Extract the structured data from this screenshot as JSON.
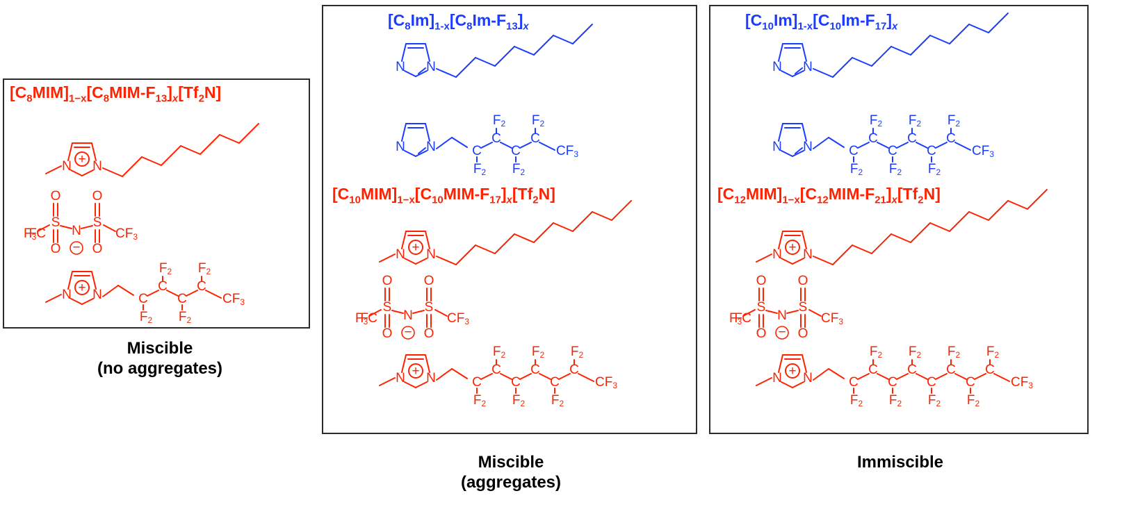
{
  "colors": {
    "ionic_liquid": "#ff2200",
    "neutral": "#1a3cff",
    "frame": "#2a2a2a"
  },
  "panels": [
    {
      "formula": {
        "pre": "[C",
        "n1": "8",
        "mid1": "MIM]",
        "n2": "1−x",
        "mid2": "[C",
        "n3": "8",
        "mid3": "MIM-F",
        "n4": "13",
        "mid4": "]",
        "n5": "x",
        "mid5": "[Tf",
        "n6": "2",
        "end": "N]"
      },
      "caption": {
        "line1": "Miscible",
        "line2": "(no aggregates)"
      }
    },
    {
      "neutral_formula": {
        "pre": "[C",
        "n1": "8",
        "mid1": "Im]",
        "n2": "1-x",
        "mid2": "[C",
        "n3": "8",
        "mid3": "Im-F",
        "n4": "13",
        "end": "]",
        "n5": "x"
      },
      "formula": {
        "pre": "[C",
        "n1": "10",
        "mid1": "MIM]",
        "n2": "1−x",
        "mid2": "[C",
        "n3": "10",
        "mid3": "MIM-F",
        "n4": "17",
        "mid4": "]",
        "n5": "x",
        "mid5": "[Tf",
        "n6": "2",
        "end": "N]"
      },
      "caption": {
        "line1": "Miscible",
        "line2": "(aggregates)"
      }
    },
    {
      "neutral_formula": {
        "pre": "[C",
        "n1": "10",
        "mid1": "Im]",
        "n2": "1-x",
        "mid2": "[C",
        "n3": "10",
        "mid3": "Im-F",
        "n4": "17",
        "end": "]",
        "n5": "x"
      },
      "formula": {
        "pre": "[C",
        "n1": "12",
        "mid1": "MIM]",
        "n2": "1−x",
        "mid2": "[C",
        "n3": "12",
        "mid3": "MIM-F",
        "n4": "21",
        "mid4": "]",
        "n5": "x",
        "mid5": "[Tf",
        "n6": "2",
        "end": "N]"
      },
      "caption": {
        "line1": "Immiscible",
        "line2": ""
      }
    }
  ],
  "atom_labels": {
    "N": "N",
    "O": "O",
    "S": "S",
    "C": "C",
    "F": "F",
    "F3": "3",
    "F2": "2",
    "CF": "CF",
    "plus": "+",
    "minus": "−"
  }
}
